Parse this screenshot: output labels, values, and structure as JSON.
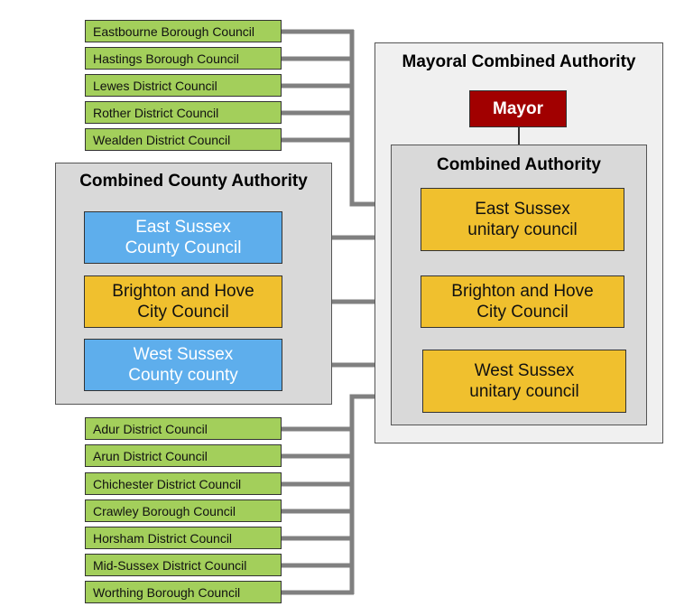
{
  "east_sussex_districts": [
    "Eastbourne Borough Council",
    "Hastings Borough Council",
    "Lewes District Council",
    "Rother District Council",
    "Wealden District Council"
  ],
  "west_sussex_districts": [
    "Adur District Council",
    "Arun District Council",
    "Chichester District Council",
    "Crawley Borough Council",
    "Horsham District Council",
    "Mid-Sussex District Council",
    "Worthing Borough Council"
  ],
  "combined_county_authority": {
    "title": "Combined County Authority",
    "members": [
      {
        "line1": "East Sussex",
        "line2": "County Council",
        "color": "#5eaeec"
      },
      {
        "line1": "Brighton and Hove",
        "line2": "City Council",
        "color": "#f0c02e"
      },
      {
        "line1": "West Sussex",
        "line2": "County county",
        "color": "#5eaeec"
      }
    ]
  },
  "mayoral_combined_authority": {
    "title": "Mayoral Combined Authority",
    "mayor": "Mayor",
    "combined_authority": {
      "title": "Combined Authority",
      "members": [
        {
          "line1": "East Sussex",
          "line2": "unitary council"
        },
        {
          "line1": "Brighton and Hove",
          "line2": "City Council"
        },
        {
          "line1": "West Sussex",
          "line2": "unitary council"
        }
      ]
    }
  },
  "colors": {
    "district": "#a3cf5b",
    "county": "#5eaeec",
    "unitary": "#f0c02e",
    "mayor": "#a10000",
    "connector": "#808080"
  }
}
